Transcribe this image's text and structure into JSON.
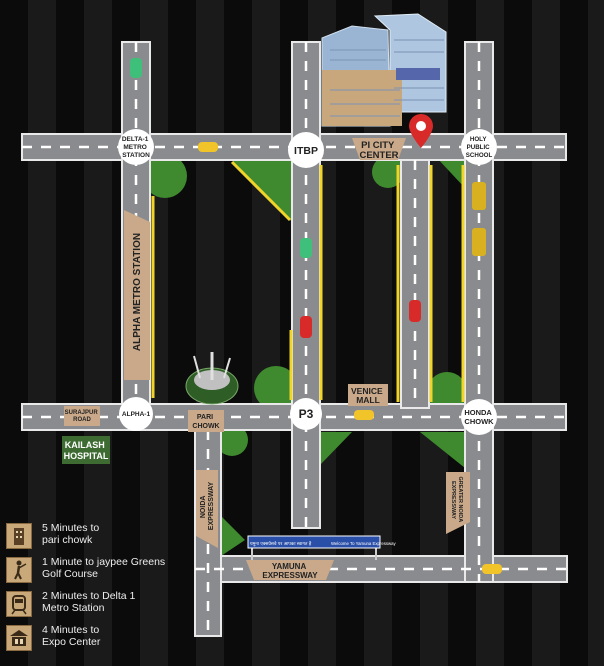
{
  "colors": {
    "road": "#8a8b8e",
    "road_dash": "#ffffff",
    "edge": "#e9e9e9",
    "yellow_line": "#f1d42a",
    "label_bg": "#c9a98a",
    "park": "#3f8a2e",
    "pin": "#d92a2a",
    "kailash_bg": "#3d6b31"
  },
  "labels": {
    "delta1": "DELTA-1\nMETRO\nSTATION",
    "itbp": "ITBP",
    "pi_city": "PI CITY\nCENTER",
    "holy": "HOLY\nPUBLIC\nSCHOOL",
    "alpha_metro": "ALPHA METRO STATION",
    "venice": "VENICE\nMALL",
    "surajpur": "SURAJPUR\nROAD",
    "alpha1": "ALPHA-1",
    "pari": "PARI\nCHOWK",
    "p3": "P3",
    "honda": "HONDA\nCHOWK",
    "kailash": "KAILASH\nHOSPITAL",
    "noida_exp": "NOIDA\nEXPRESSWAY",
    "yamuna": "YAMUNA\nEXPRESSWAY",
    "greater_noida_exp": "GREATER NOIDA\nEXPRESSWAY",
    "sign_hindi": "यमुना एक्सप्रेसवे पर आपका स्वागत है",
    "sign_english": "Welcome To Yamuna Expressway"
  },
  "legend": [
    {
      "icon": "building-icon",
      "text": "5 Minutes to\npari chowk"
    },
    {
      "icon": "golfer-icon",
      "text": "1 Minute to jaypee Greens\nGolf Course"
    },
    {
      "icon": "metro-train-icon",
      "text": "2 Minutes to Delta 1\nMetro Station"
    },
    {
      "icon": "expo-center-icon",
      "text": "4 Minutes to\nExpo Center"
    }
  ]
}
